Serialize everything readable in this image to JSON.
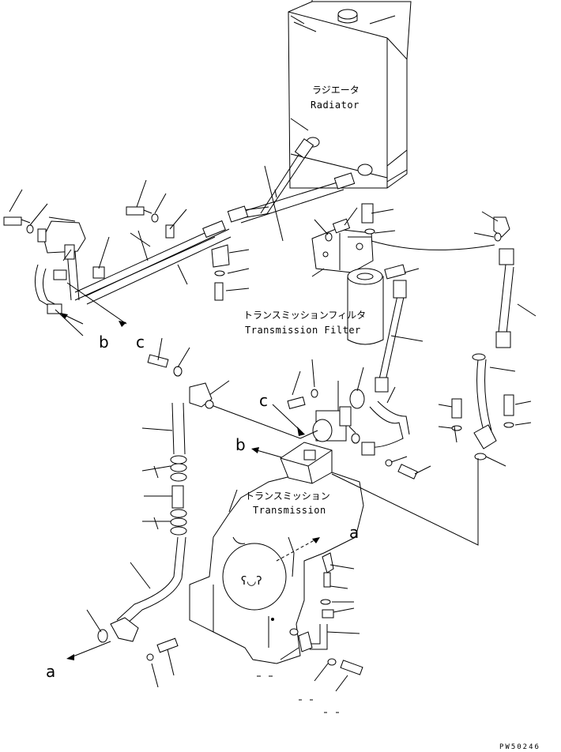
{
  "labels": {
    "radiator_jp": "ラジエータ",
    "radiator_en": "Radiator",
    "filter_jp": "トランスミッションフィルタ",
    "filter_en": "Transmission Filter",
    "transmission_jp": "トランスミッション",
    "transmission_en": "Transmission"
  },
  "connectors": {
    "b_left": "b",
    "c_left": "c",
    "c_center": "c",
    "b_center": "b",
    "a_right": "a",
    "a_bottom": "a"
  },
  "footer": {
    "drawing_code": "PW50246"
  }
}
